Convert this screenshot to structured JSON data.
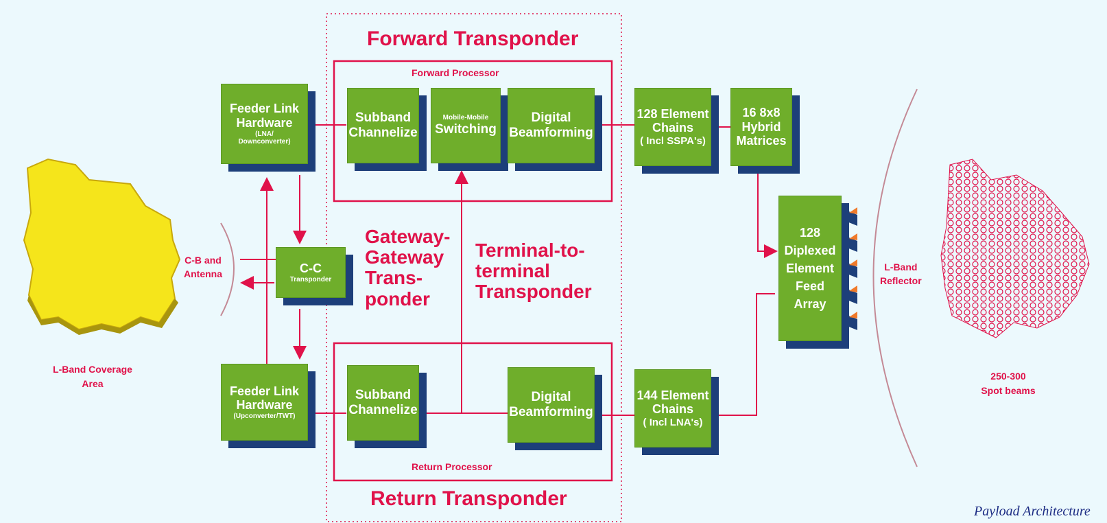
{
  "diagram": {
    "titles": {
      "forward_transponder": "Forward Transponder",
      "return_transponder": "Return Transponder",
      "forward_processor": "Forward Processor",
      "return_processor": "Return Processor",
      "gateway_transponder": [
        "Gateway-",
        "Gateway",
        "Trans-",
        "ponder"
      ],
      "terminal_transponder": [
        "Terminal-to-",
        "terminal",
        "Transponder"
      ]
    },
    "blocks": {
      "feeder_top": [
        "Feeder Link",
        "Hardware",
        "(LNA/",
        "Downconverter)"
      ],
      "subband_top": [
        "Subband",
        "Channelize"
      ],
      "switching": [
        "Mobile-Mobile",
        "Switching"
      ],
      "beamforming_top": [
        "Digital",
        "Beamforming"
      ],
      "chains_128": [
        "128 Element",
        "Chains",
        "( Incl SSPA's)"
      ],
      "hybrid": [
        "16 8x8",
        "Hybrid",
        "Matrices"
      ],
      "feed_array": [
        "128",
        "Diplexed",
        "Element",
        "Feed",
        "Array"
      ],
      "cc": [
        "C-C",
        "Transponder"
      ],
      "feeder_bottom": [
        "Feeder Link",
        "Hardware",
        "(Upconverter/TWT)"
      ],
      "subband_bottom": [
        "Subband",
        "Channelize"
      ],
      "beamforming_bottom": [
        "Digital",
        "Beamforming"
      ],
      "chains_144": [
        "144 Element",
        "Chains",
        "( Incl LNA's)"
      ]
    },
    "labels": {
      "cb_antenna": [
        "C-B and",
        "Antenna"
      ],
      "coverage_area": [
        "L-Band Coverage",
        "Area"
      ],
      "reflector": [
        "L-Band",
        "Reflector"
      ],
      "spot_beams": [
        "250-300",
        "Spot beams"
      ],
      "caption": "Payload Architecture"
    },
    "colors": {
      "background": "#ecf9fd",
      "block_fill": "#6fae2b",
      "block_shadow": "#1d3f7a",
      "line_red": "#e0124a",
      "coverage_yellow": "#f5e51b",
      "caption_blue": "#1c2c84"
    }
  }
}
